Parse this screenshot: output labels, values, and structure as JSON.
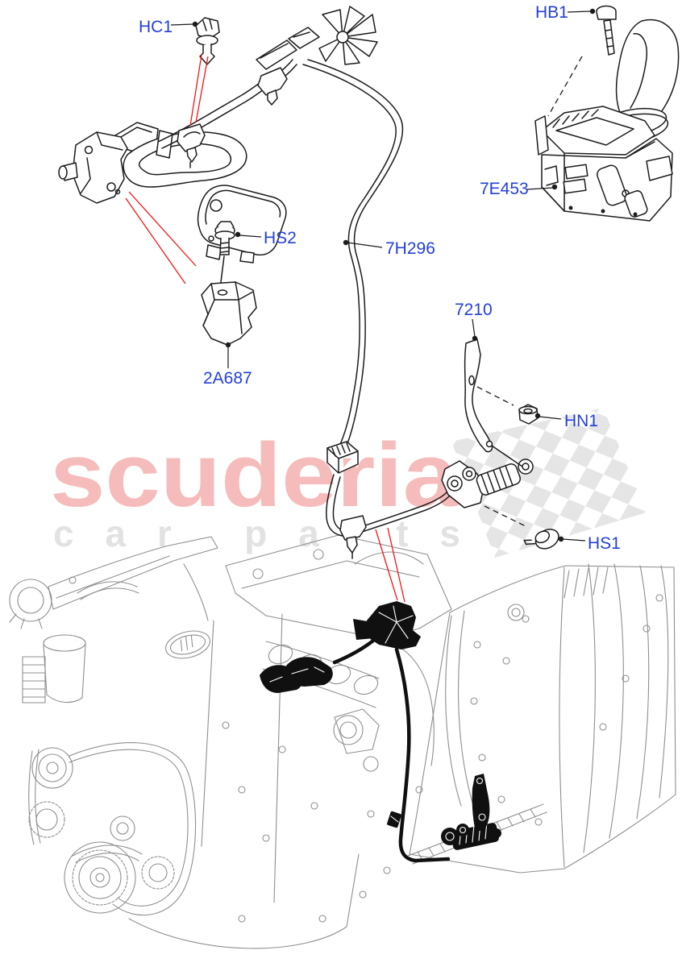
{
  "diagram": {
    "callouts": {
      "clip": "HC1",
      "bolt_top": "HB1",
      "module": "7E453",
      "screw_mid": "HS2",
      "bracket": "2A687",
      "cable": "7H296",
      "lever": "7210",
      "nut": "HN1",
      "screw_low": "HS1"
    },
    "callout_color": "#2440d8",
    "leader_line_color": "#f71414",
    "line_art_color": "#1c1c1c",
    "engine_sketch_color": "#8f8f8f"
  },
  "watermark": {
    "brand": "scuderia",
    "tagline": "car parts",
    "brand_color": "#f6bcbc",
    "tagline_color": "#e2e2e2",
    "checker_color": "#e5e5e5"
  }
}
